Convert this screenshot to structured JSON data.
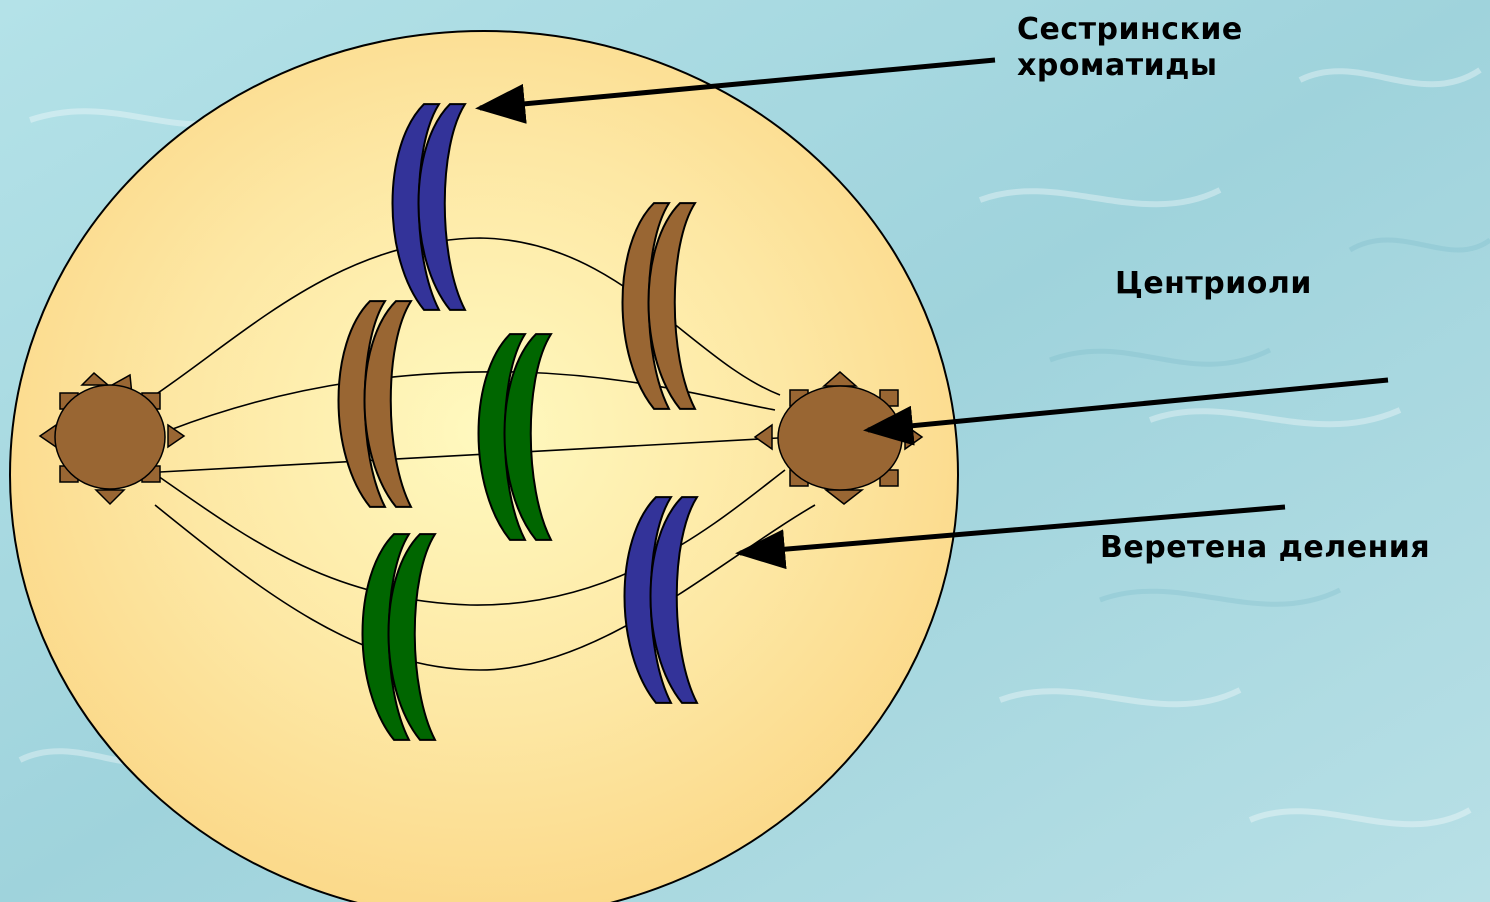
{
  "labels": {
    "sister_chromatids_line1": "Сестринские",
    "sister_chromatids_line2": "хроматиды",
    "centrioles": "Центриоли",
    "spindle": "Веретена деления"
  },
  "colors": {
    "background": "#a9d9e0",
    "background_dark": "#8ec7d2",
    "cell": "#fde19a",
    "cell_center": "#fff7b8",
    "centrosome": "#996633",
    "chromatid_blue": "#333399",
    "chromatid_brown": "#996633",
    "chromatid_green": "#006600",
    "outline": "#000000"
  }
}
